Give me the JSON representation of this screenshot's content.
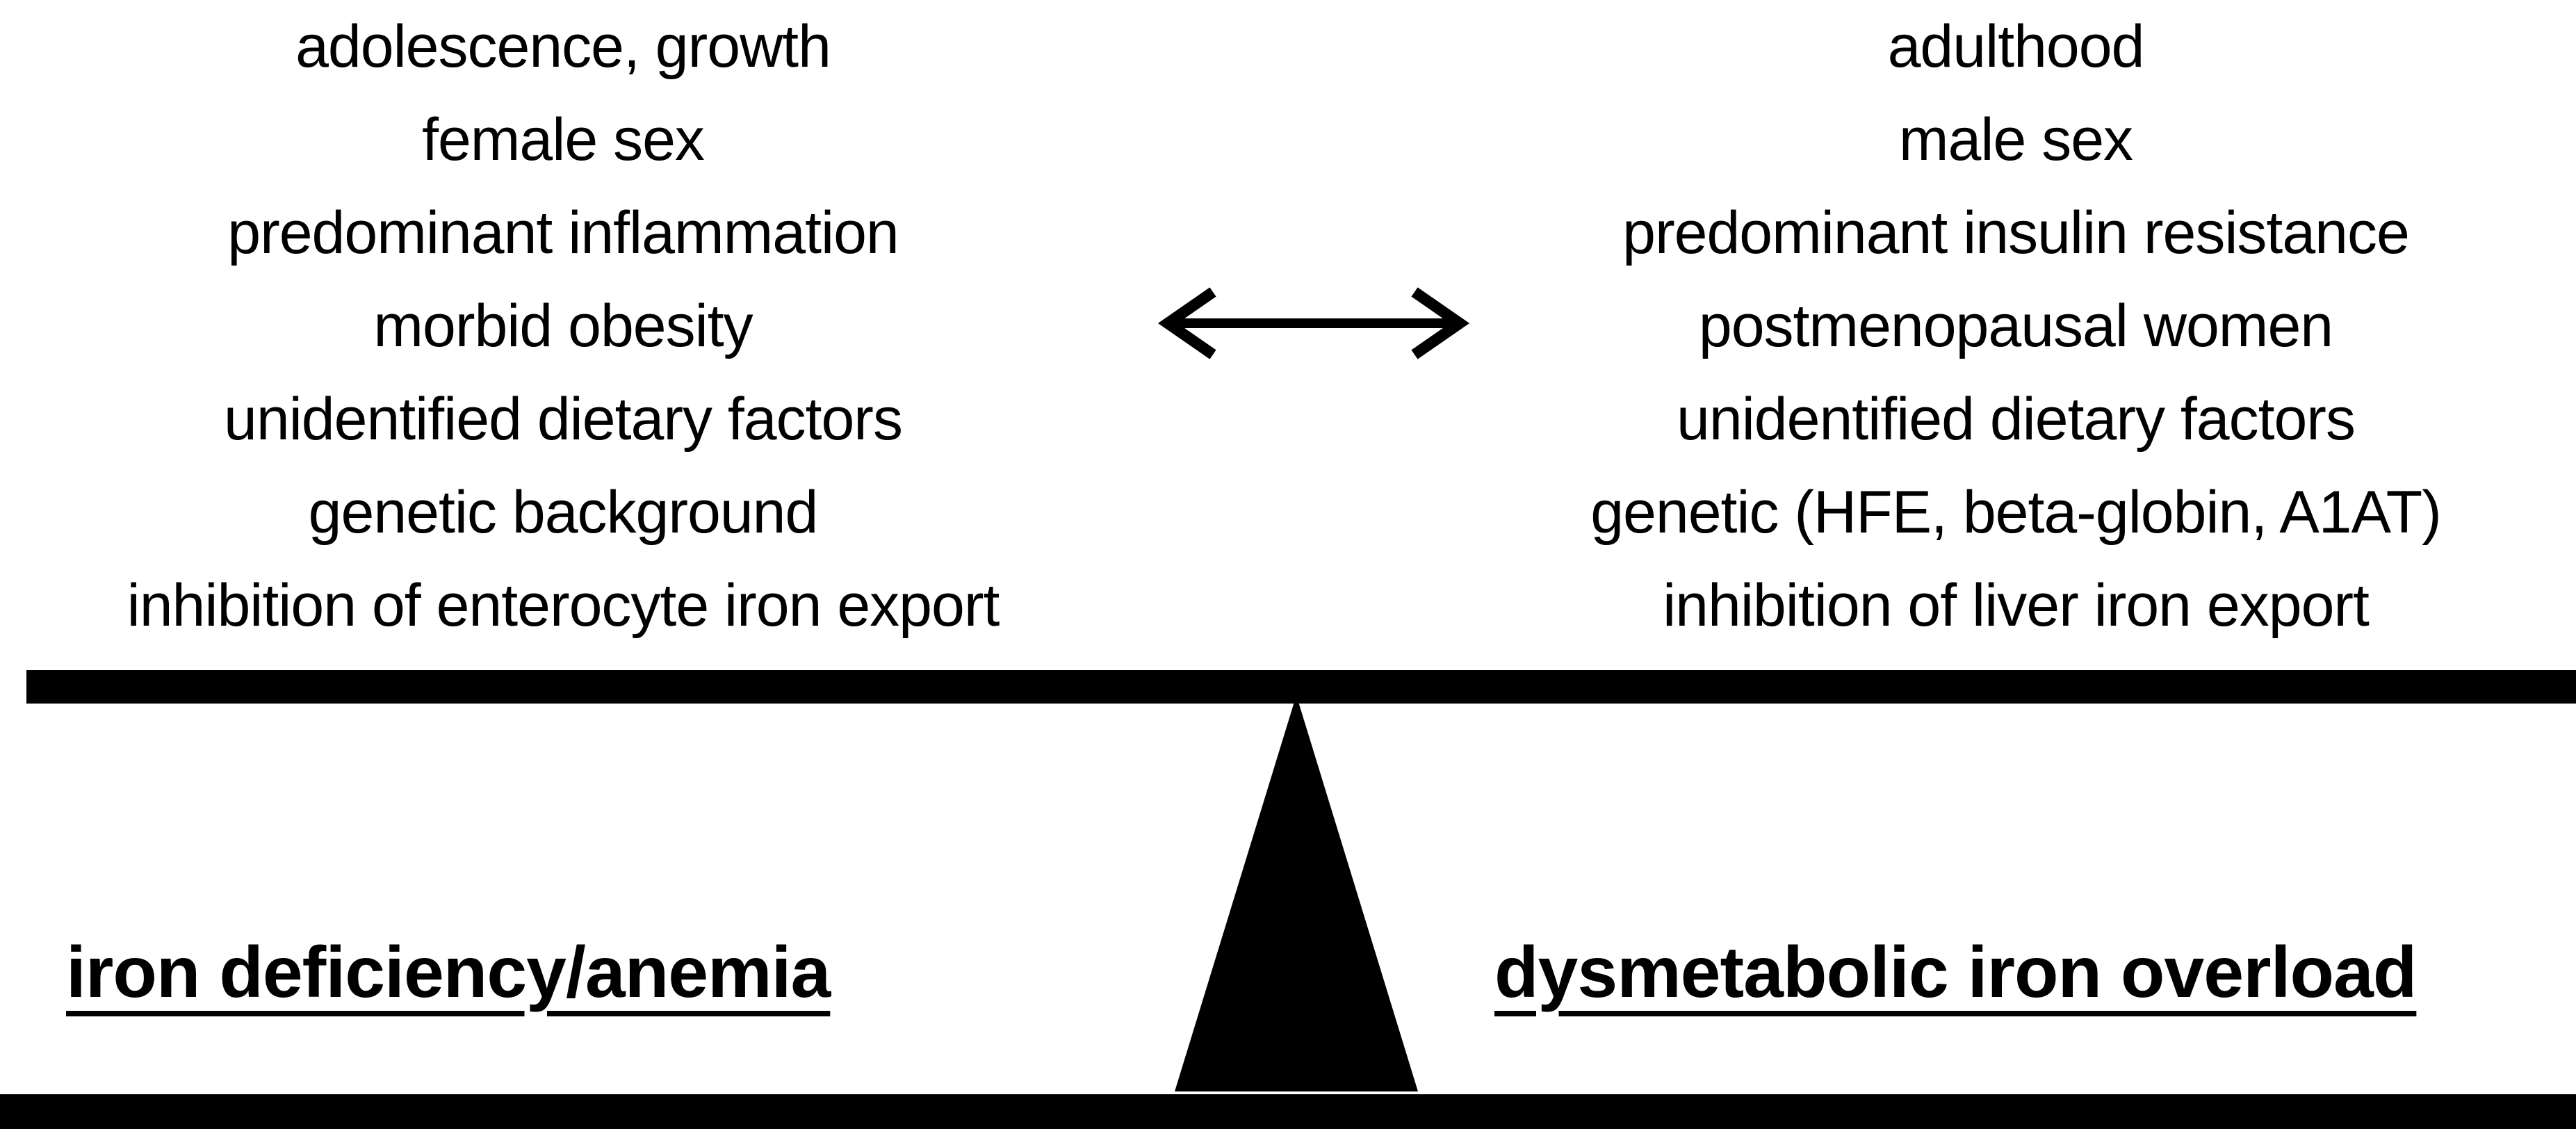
{
  "left_side": {
    "factors": [
      "adolescence, growth",
      "female sex",
      "predominant inflammation",
      "morbid obesity",
      "unidentified dietary factors",
      "genetic background",
      "inhibition of enterocyte iron export"
    ],
    "outcome": "iron deficiency/anemia"
  },
  "right_side": {
    "factors": [
      "adulthood",
      "male sex",
      "predominant insulin resistance",
      "postmenopausal women",
      "unidentified dietary factors",
      "genetic (HFE, beta-globin, A1AT)",
      "inhibition of liver iron export"
    ],
    "outcome": "dysmetabolic iron overload"
  },
  "icons": {
    "arrow": "double-headed-arrow-icon",
    "fulcrum": "fulcrum-triangle-icon"
  },
  "colors": {
    "ink": "#000000",
    "background": "#ffffff"
  }
}
